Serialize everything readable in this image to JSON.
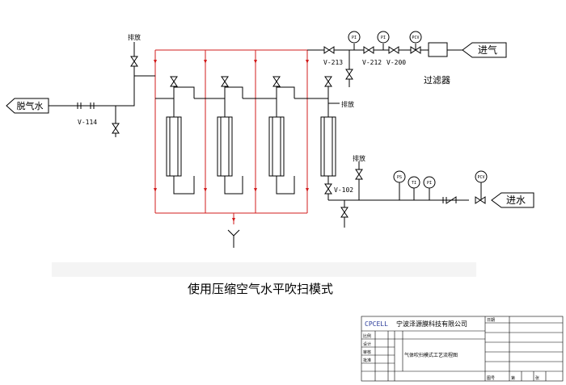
{
  "diagram": {
    "caption": "使用压缩空气水平吹扫模式",
    "labels": {
      "inlet_gas": "进气",
      "inlet_water": "进水",
      "outlet_degassed_water": "脱气水",
      "filter": "过滤器",
      "vent_top": "排放",
      "vent_mid": "排放",
      "vent_bottom": "排放"
    },
    "valves": {
      "v213": "V-213",
      "v212": "V-212",
      "v200": "V-200",
      "v114": "V-114",
      "v102": "V-102"
    },
    "instruments": {
      "pi_1": "PI",
      "pi_2": "PI",
      "pcv_1": "PCV",
      "ps": "PS",
      "ti": "TI",
      "pi_3": "PI",
      "pcv_2": "PCV"
    }
  },
  "title_block": {
    "company_brand": "CPCELL",
    "company_name": "宁波泽源膜科技有限公司",
    "drawing_title": "气体吹扫模式工艺流程图",
    "field_scale_label": "比例",
    "field_drawn_label": "设计",
    "field_check_label": "审核",
    "field_approve_label": "批准",
    "field_date_label": "日期",
    "field_no_label": "图号",
    "field_sheet_label": "第",
    "field_total_label": "张"
  },
  "colors": {
    "pipe_red": "#d21c1c",
    "line_black": "#000000",
    "inst_circle": "#000000"
  }
}
